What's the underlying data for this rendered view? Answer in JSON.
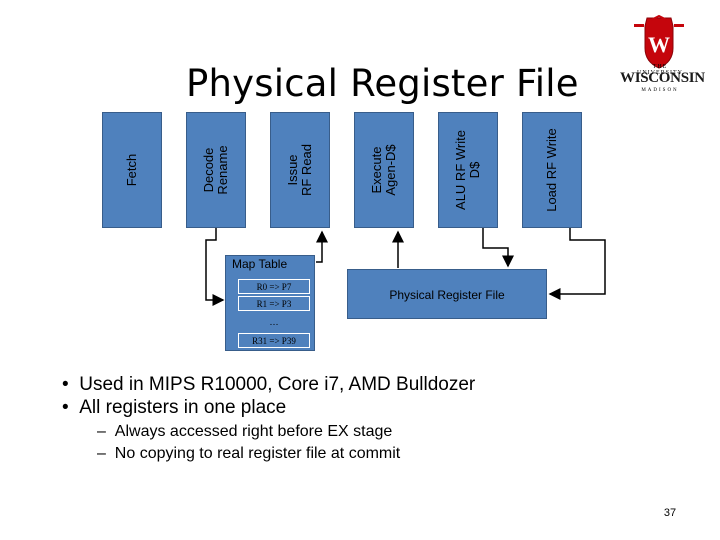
{
  "slide": {
    "title": "Physical Register File",
    "page_number": "37"
  },
  "logo": {
    "line1": "THE UNIVERSITY",
    "line2": "WISCONSIN",
    "line3": "MADISON",
    "crest_color": "#c5050c"
  },
  "pipeline": {
    "stage_color": "#4f81bd",
    "stages": [
      {
        "line1": "Fetch",
        "line2": ""
      },
      {
        "line1": "Decode",
        "line2": "Rename"
      },
      {
        "line1": "Issue",
        "line2": "RF Read"
      },
      {
        "line1": "Execute",
        "line2": "Agen-D$"
      },
      {
        "line1": "ALU RF Write",
        "line2": "D$"
      },
      {
        "line1": "Load RF Write",
        "line2": ""
      }
    ]
  },
  "map_table": {
    "title": "Map Table",
    "rows": [
      "R0 => P7",
      "R1 => P3"
    ],
    "ellipsis": "…",
    "last_row": "R31 => P39"
  },
  "register_file": {
    "label": "Physical Register File"
  },
  "bullets": [
    {
      "text": "Used in MIPS R10000, Core i7, AMD Bulldozer",
      "subs": []
    },
    {
      "text": "All registers in one place",
      "subs": [
        "Always accessed right before EX stage",
        "No copying to real register file at commit"
      ]
    }
  ]
}
